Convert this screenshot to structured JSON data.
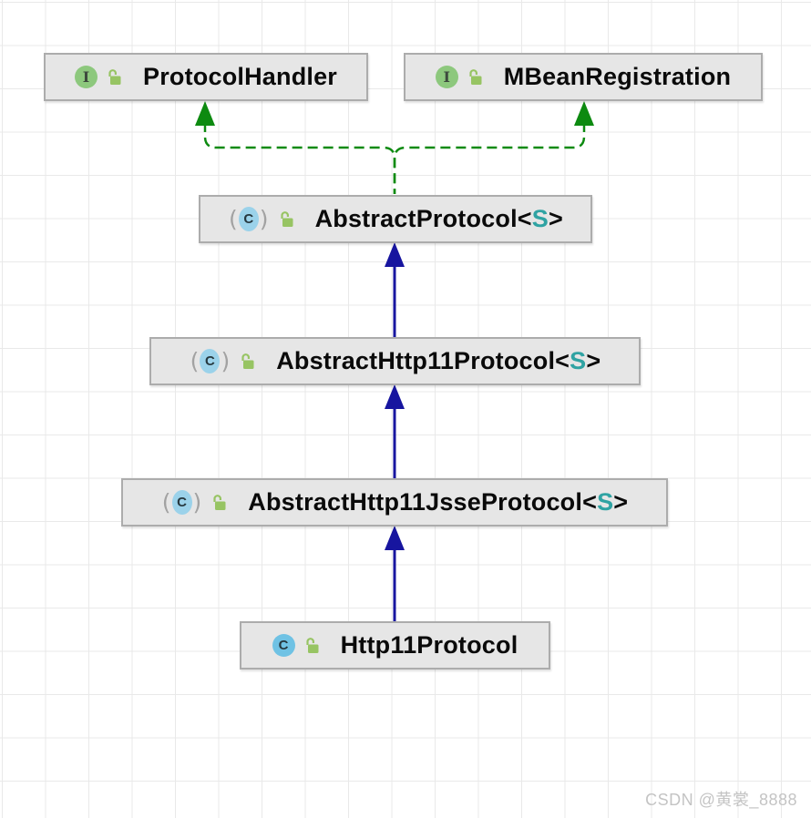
{
  "diagram": {
    "nodes": [
      {
        "name": "ProtocolHandler",
        "kind": "interface",
        "icon_letter": "I"
      },
      {
        "name": "MBeanRegistration",
        "kind": "interface",
        "icon_letter": "I"
      },
      {
        "name": "AbstractProtocol",
        "generic_open": "<",
        "generic_param": "S",
        "generic_close": ">",
        "kind": "abstract-class",
        "icon_letter": "C"
      },
      {
        "name": "AbstractHttp11Protocol",
        "generic_open": "<",
        "generic_param": "S",
        "generic_close": ">",
        "kind": "abstract-class",
        "icon_letter": "C"
      },
      {
        "name": "AbstractHttp11JsseProtocol",
        "generic_open": "<",
        "generic_param": "S",
        "generic_close": ">",
        "kind": "abstract-class",
        "icon_letter": "C"
      },
      {
        "name": "Http11Protocol",
        "kind": "class",
        "icon_letter": "C"
      }
    ],
    "edges": [
      {
        "from": "AbstractProtocol",
        "to": "ProtocolHandler",
        "type": "realizes"
      },
      {
        "from": "AbstractProtocol",
        "to": "MBeanRegistration",
        "type": "realizes"
      },
      {
        "from": "AbstractHttp11Protocol",
        "to": "AbstractProtocol",
        "type": "extends"
      },
      {
        "from": "AbstractHttp11JsseProtocol",
        "to": "AbstractHttp11Protocol",
        "type": "extends"
      },
      {
        "from": "Http11Protocol",
        "to": "AbstractHttp11JsseProtocol",
        "type": "extends"
      }
    ],
    "icons": {
      "paren_open": "(",
      "paren_close": ")"
    },
    "colors": {
      "extends_line": "#17159f",
      "realizes_line": "#0d8a10",
      "node_fill": "#e6e6e6",
      "node_border": "#acacac",
      "interface_badge": "#8dc87d",
      "class_badge": "#6fc2e4",
      "abstract_class_badge": "#9bd2ea",
      "lock": "#97c463",
      "generic_param_color": "#2fa3a3"
    }
  },
  "watermark": {
    "text": "CSDN @黄裳_8888"
  }
}
